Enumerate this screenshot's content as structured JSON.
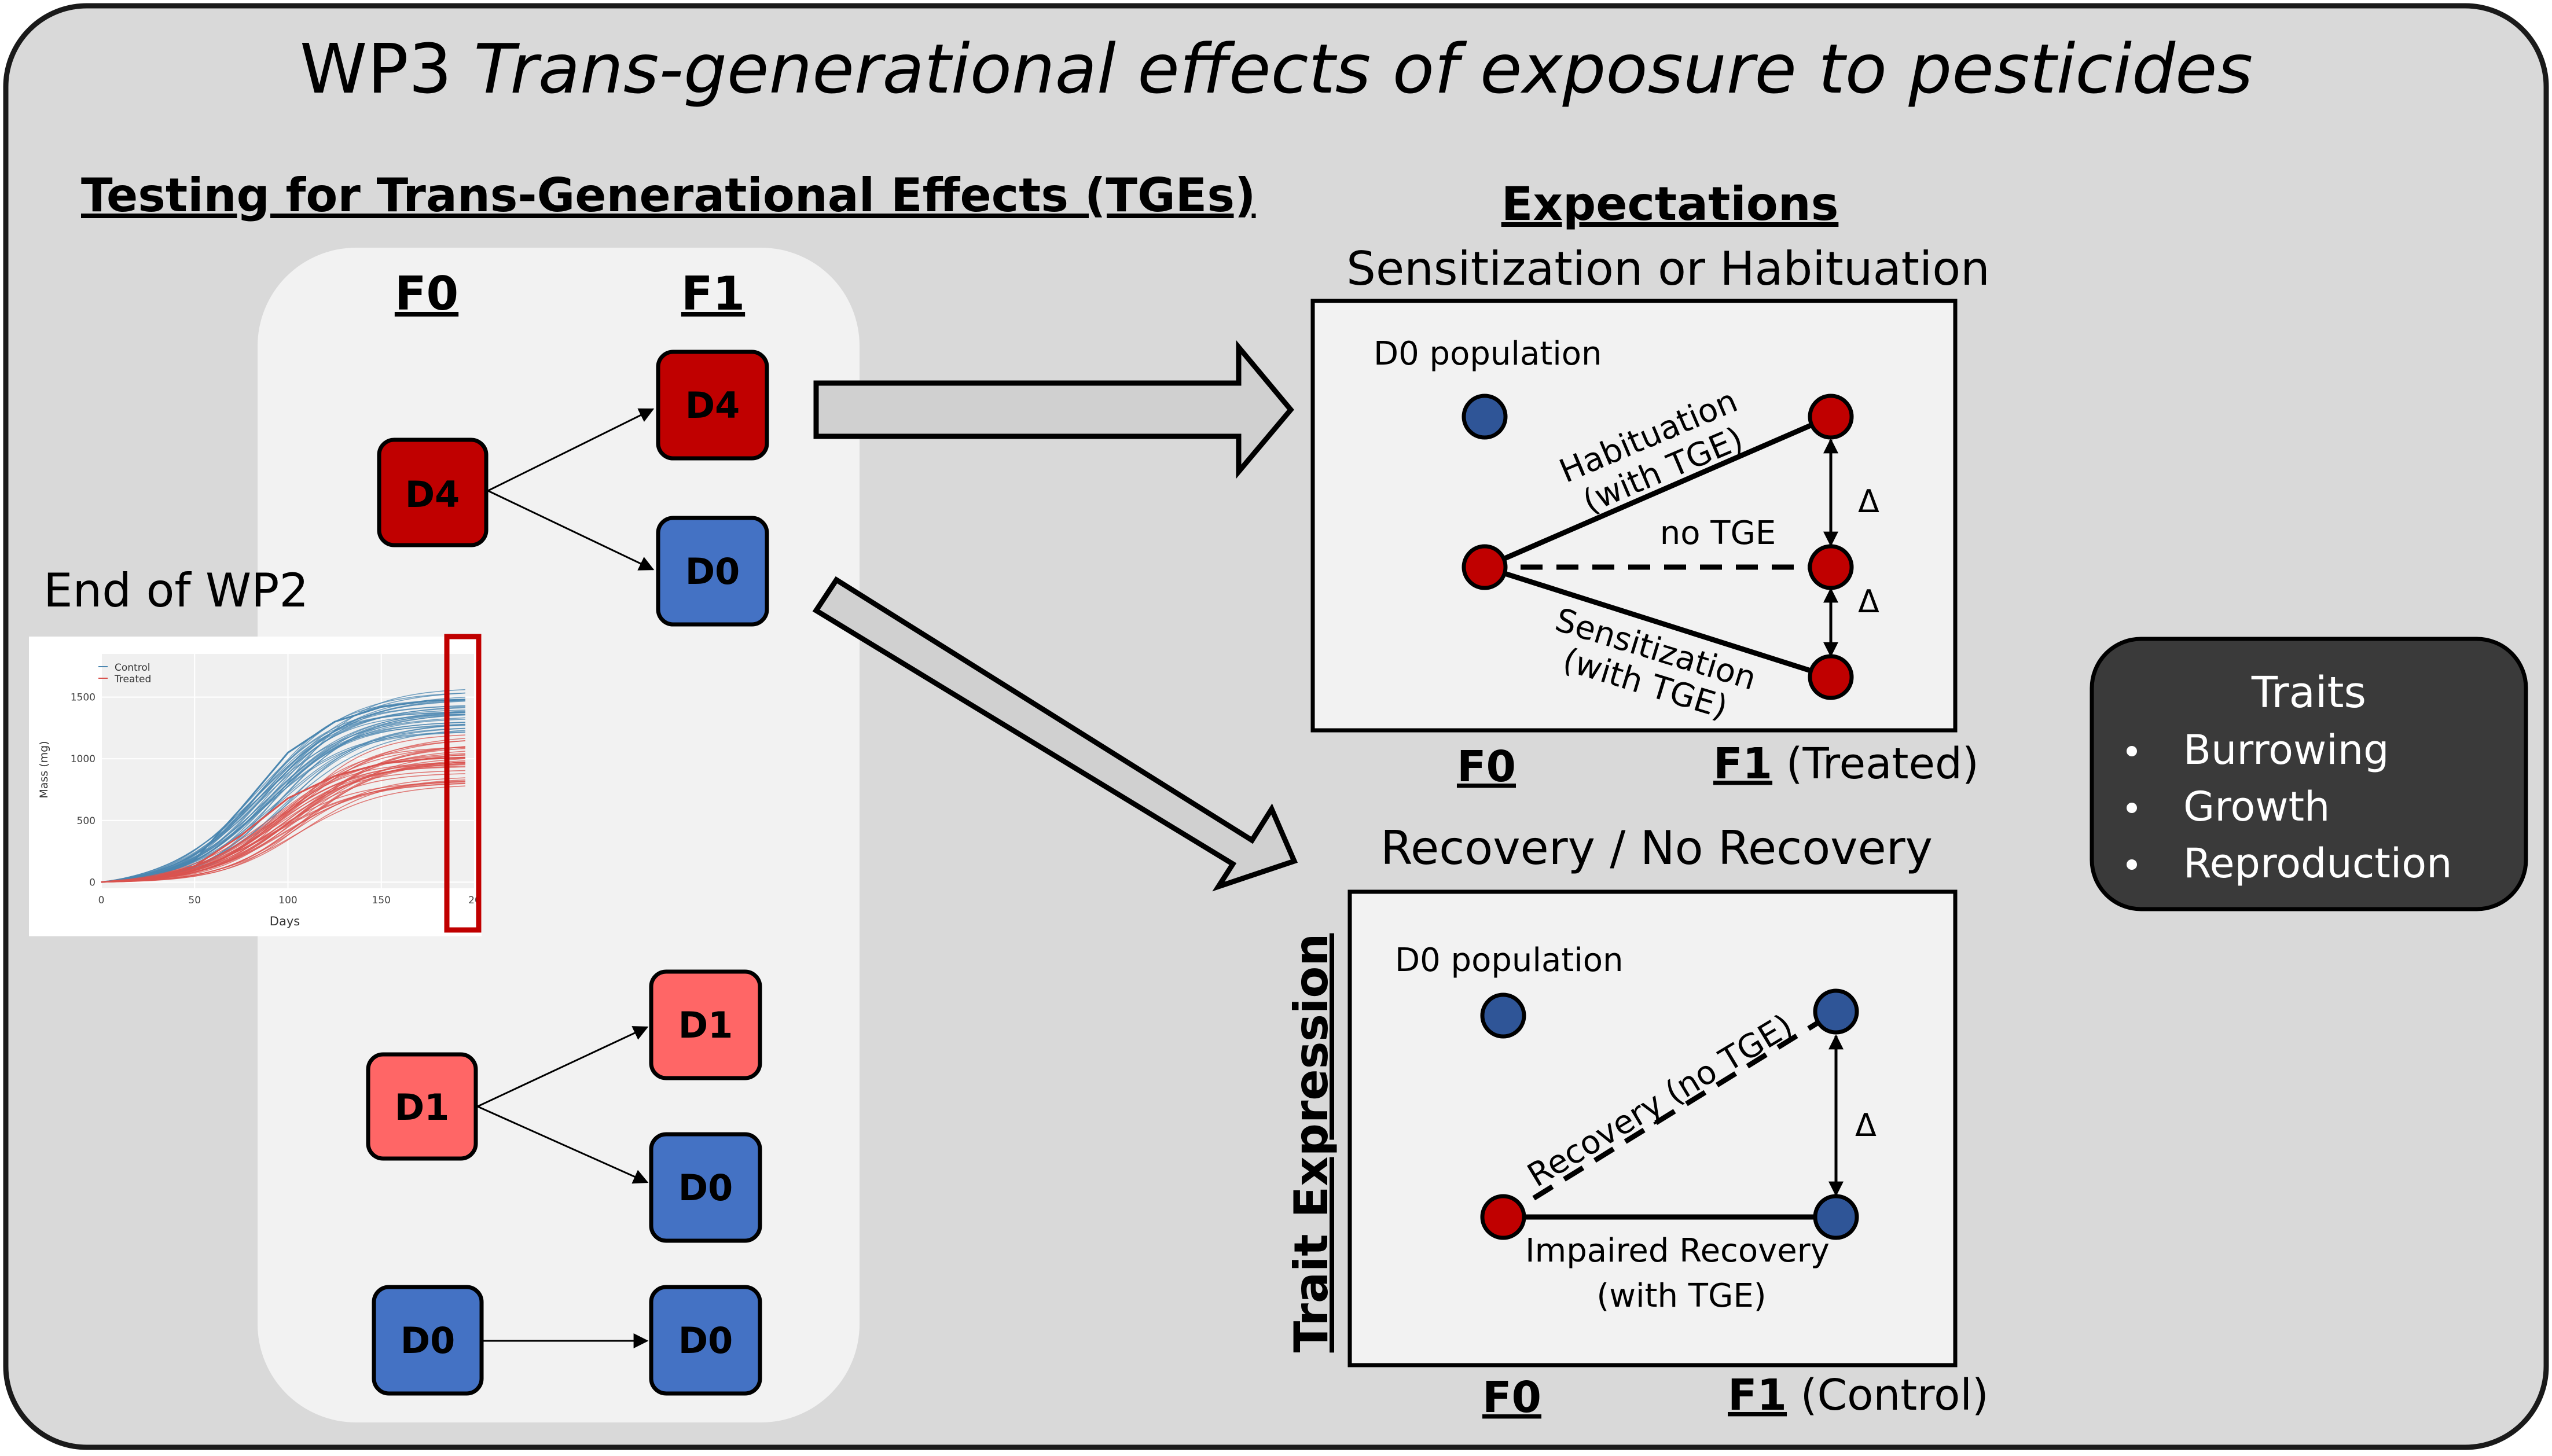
{
  "slide": {
    "title_prefix": "WP3",
    "title_italic": "Trans-generational effects of exposure to pesticides"
  },
  "left": {
    "heading": "Testing for Trans-Generational Effects (TGEs)",
    "col_f0": "F0",
    "col_f1": "F1",
    "boxes": {
      "d4_f0": "D4",
      "d4_f1": "D4",
      "d0_f1_a": "D0",
      "d1_f0": "D1",
      "d1_f1": "D1",
      "d0_f1_b": "D0",
      "d0_f0": "D0",
      "d0_f1_c": "D0"
    },
    "wp2_label": "End of WP2"
  },
  "wp2_chart": {
    "legend_control": "Control",
    "legend_treated": "Treated",
    "ylabel": "Mass (mg)",
    "xlabel": "Days",
    "yticks": [
      "0",
      "500",
      "1000",
      "1500"
    ],
    "xticks": [
      "0",
      "50",
      "100",
      "150",
      "20"
    ]
  },
  "chart_data": {
    "type": "line",
    "title": "",
    "xlabel": "Days",
    "ylabel": "Mass (mg)",
    "xlim": [
      0,
      200
    ],
    "ylim": [
      -50,
      1850
    ],
    "grid": true,
    "legend": "top-left",
    "series": [
      {
        "name": "Control",
        "color": "#4a86b0",
        "asymptote": [
          1250,
          1600
        ],
        "count": 35,
        "x": [
          0,
          25,
          50,
          75,
          100,
          125,
          150,
          175,
          195
        ],
        "y": [
          0,
          40,
          180,
          600,
          1050,
          1300,
          1420,
          1470,
          1480
        ]
      },
      {
        "name": "Treated",
        "color": "#d9534f",
        "asymptote": [
          800,
          1220
        ],
        "count": 35,
        "x": [
          0,
          25,
          50,
          75,
          100,
          125,
          150,
          175,
          195
        ],
        "y": [
          0,
          30,
          130,
          380,
          680,
          860,
          960,
          1000,
          1010
        ]
      }
    ]
  },
  "expectations": {
    "heading": "Expectations",
    "top_title": "Sensitization or Habituation",
    "top_pop_label": "D0 population",
    "habituation_1": "Habituation",
    "habituation_2": "(with TGE)",
    "no_tge": "no TGE",
    "sensitization_1": "Sensitization",
    "sensitization_2": "(with TGE)",
    "delta_1": "Δ",
    "delta_2": "Δ",
    "top_f0": "F0",
    "top_f1": "F1",
    "top_f1_suffix": " (Treated)",
    "bottom_title": "Recovery / No Recovery",
    "bottom_pop_label": "D0 population",
    "recovery": "Recovery (no TGE)",
    "impaired_1": "Impaired Recovery",
    "impaired_2": "(with TGE)",
    "delta_3": "Δ",
    "y_axis_label": "Trait Expression",
    "bottom_f0": "F0",
    "bottom_f1": "F1",
    "bottom_f1_suffix": " (Control)"
  },
  "traits": {
    "title": "Traits",
    "items": [
      "Burrowing",
      "Growth",
      "Reproduction"
    ]
  },
  "colors": {
    "d4": "#c00000",
    "d1": "#ff6666",
    "d0": "#4472c4",
    "dot_red": "#c00000",
    "dot_blue": "#2f5597",
    "panel_bg": "#d9d9d9",
    "inner_bg": "#f2f2f2",
    "traits_bg": "#3a3a3a"
  }
}
